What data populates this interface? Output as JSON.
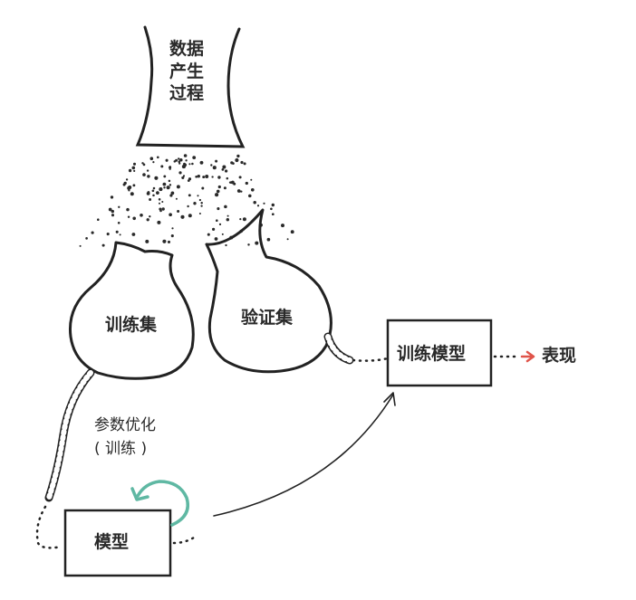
{
  "process": {
    "lines": [
      "数据",
      "产生",
      "过程"
    ]
  },
  "train_set": {
    "label": "训练集"
  },
  "validation_set": {
    "label": "验证集"
  },
  "optimization": {
    "line1": "参数优化",
    "line2": "( 训练 )"
  },
  "model": {
    "label": "模型"
  },
  "trained_model": {
    "label": "训练模型"
  },
  "performance": {
    "label": "表现"
  },
  "colors": {
    "ink": "#222222",
    "loop_arrow": "#5fb8a3",
    "performance_arrow": "#e0544a"
  }
}
